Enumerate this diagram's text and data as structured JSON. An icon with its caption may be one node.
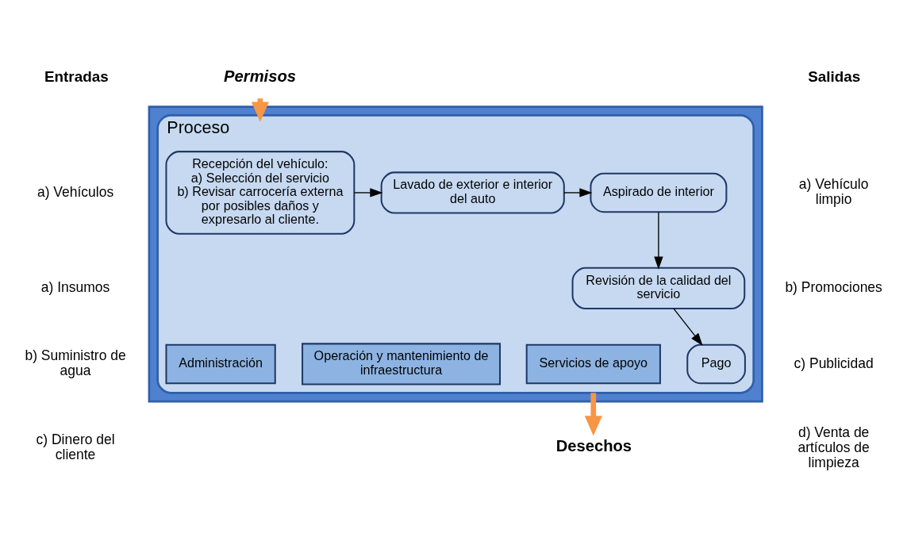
{
  "diagram": {
    "nodes": [
      {
        "text": [],
        "shape": "box"
      },
      {
        "text": [
          "Proceso"
        ],
        "in": 0
      },
      {
        "text": [
          "Recepción del vehículo:",
          "a) Selección del servicio",
          "b) Revisar carrocería externa por posibles daños y expresarlo al cliente."
        ],
        "in": 1
      },
      {
        "text": [
          "Lavado de exterior e interior del auto"
        ],
        "in": 1
      },
      {
        "text": [
          "Aspirado de interior"
        ],
        "in": 1
      },
      {
        "text": [
          "Revisión de la calidad del servicio"
        ],
        "in": 1
      },
      {
        "text": [
          "Pago"
        ],
        "in": 1
      },
      {
        "text": [
          "Administración"
        ],
        "in": 1
      },
      {
        "text": [
          "Operación y mantenimiento de infraestructura"
        ],
        "in": 1
      },
      {
        "text": [
          "Servicios de apoyo"
        ],
        "in": 1
      },
      {
        "text": [
          "Permisos"
        ]
      },
      {
        "text": [
          "Desechos"
        ]
      }
    ],
    "edges": [
      {
        "from": 2,
        "to": 3,
        "arrow": "to"
      },
      {
        "from": 3,
        "to": 4,
        "arrow": "to"
      },
      {
        "from": 4,
        "to": 5,
        "arrow": "to"
      },
      {
        "from": 5,
        "to": 6,
        "arrow": "to"
      },
      {
        "from": 10,
        "to": 1,
        "arrow": "to",
        "style": "thick",
        "color": "#f79646"
      },
      {
        "from": 1,
        "to": 11,
        "arrow": "to",
        "style": "thick",
        "color": "#f79646"
      }
    ],
    "labels": [
      "Entradas",
      "a) Vehículos",
      "a) Insumos",
      "b) Suministro de agua",
      "c) Dinero del cliente",
      "Salidas",
      "a) Vehículo limpio",
      "b) Promociones",
      "c) Publicidad",
      "d) Venta de artículos de limpieza"
    ]
  }
}
